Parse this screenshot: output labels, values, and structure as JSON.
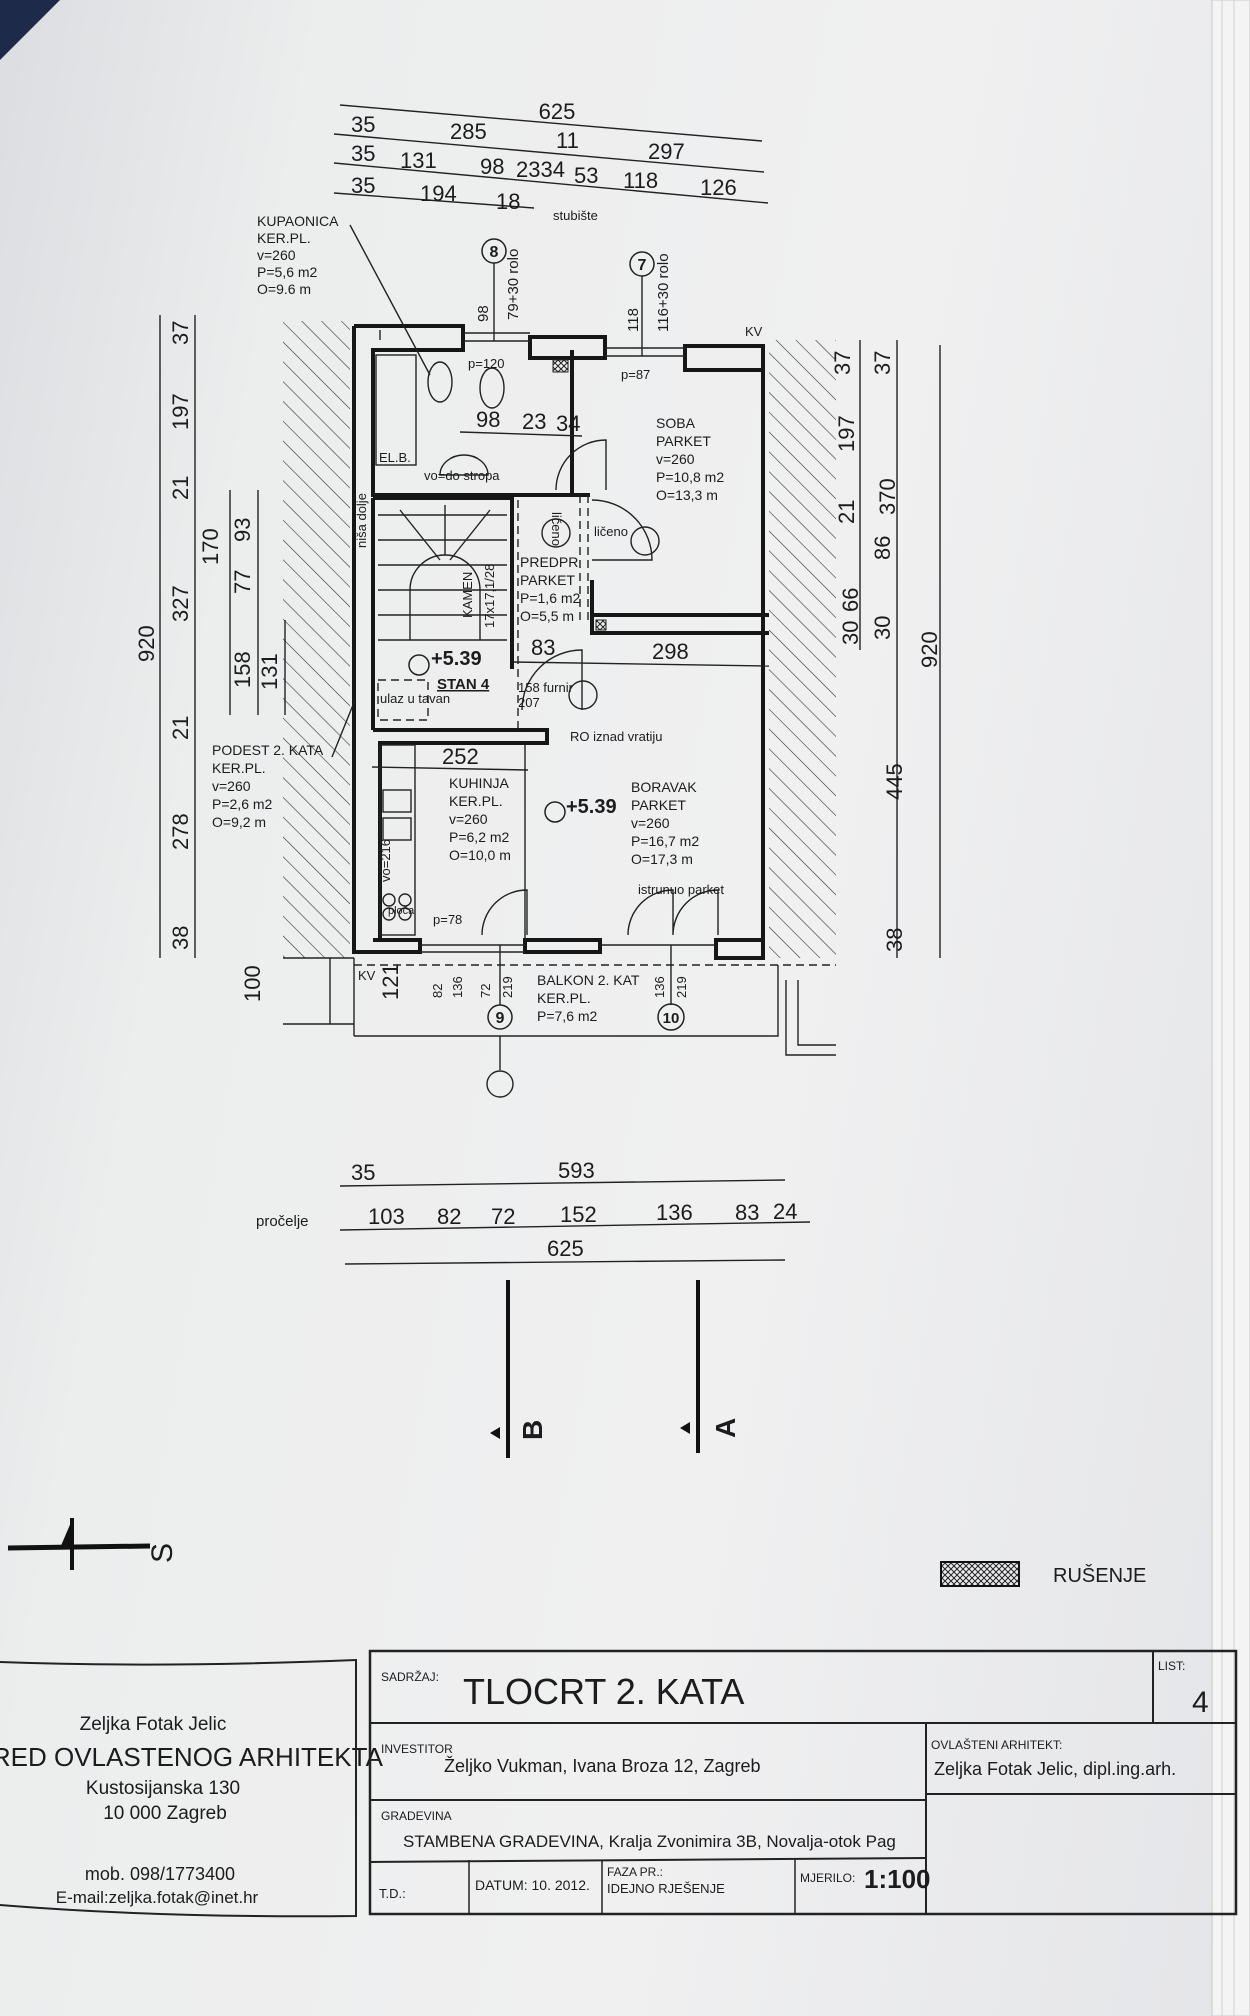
{
  "top_dims": {
    "row1": [
      "625"
    ],
    "row2": [
      "35",
      "285",
      "11",
      "297"
    ],
    "row3": [
      "35",
      "131",
      "98",
      "2334",
      "53",
      "118",
      "126"
    ],
    "row4": [
      "35",
      "194",
      "18"
    ],
    "stair_note": "stubište"
  },
  "rooms": {
    "kupaonica": [
      "KUPAONICA",
      "KER.PL.",
      "v=260",
      "P=5,6 m2",
      "O=9.6 m"
    ],
    "soba": [
      "SOBA",
      "PARKET",
      "v=260",
      "P=10,8 m2",
      "O=13,3 m"
    ],
    "predpr": [
      "PREDPR",
      "PARKET",
      "P=1,6 m2",
      "O=5,5 m"
    ],
    "podest": [
      "PODEST 2. KATA",
      "KER.PL.",
      "v=260",
      "P=2,6 m2",
      "O=9,2 m"
    ],
    "kuhinja": [
      "KUHINJA",
      "KER.PL.",
      "v=260",
      "P=6,2 m2",
      "O=10,0 m"
    ],
    "boravak": [
      "BORAVAK",
      "PARKET",
      "v=260",
      "P=16,7 m2",
      "O=17,3 m"
    ],
    "balkon": [
      "BALKON 2. KAT",
      "KER.PL.",
      "P=7,6 m2"
    ]
  },
  "windows": {
    "w8": {
      "num": "8",
      "h": "98",
      "spec": "79+30 rolo",
      "sill": "p=120"
    },
    "w7": {
      "num": "7",
      "h": "118",
      "spec": "116+30 rolo",
      "sill": "p=87"
    },
    "w9": {
      "num": "9",
      "a": "82",
      "b": "136",
      "c": "72",
      "d": "219",
      "sill": "p=78"
    },
    "w10": {
      "num": "10",
      "a": "136",
      "b": "219"
    }
  },
  "notes": {
    "kv_top": "KV",
    "kv_bottom": "KV",
    "bath_dims": [
      "98",
      "23",
      "34"
    ],
    "elb": "EL.B.",
    "vo_strop": "vo=do stropa",
    "nisa": "niša dolje",
    "liceno_v": "ličeno",
    "liceno_h": "ličeno",
    "kamen": "KAMEN",
    "stair_spec": "17x17,1/28",
    "level1": "+5.39",
    "stan": "STAN 4",
    "ulaz": "ulaz u tavan",
    "d83": "83",
    "d298": "298",
    "furnir": "158 furnir",
    "h207": "207",
    "ro": "RO iznad vratiju",
    "d252": "252",
    "level2": "+5.39",
    "istrunuo": "istrunuo parket",
    "vo216": "vo=216",
    "ploca": "ploča",
    "d121": "121",
    "d100": "100"
  },
  "left_dims": {
    "outer": [
      "37",
      "197",
      "21",
      "327",
      "21",
      "278",
      "38"
    ],
    "total": "920",
    "inner": [
      "170",
      "93",
      "77",
      "158",
      "131"
    ]
  },
  "right_dims": {
    "inner": [
      "37",
      "197",
      "21",
      "66",
      "30"
    ],
    "mid": [
      "37",
      "370",
      "86",
      "30",
      "445",
      "38"
    ],
    "total": "920"
  },
  "bottom_dims": {
    "row1": [
      "35",
      "593"
    ],
    "label": "pročelje",
    "row2": [
      "103",
      "82",
      "72",
      "152",
      "136",
      "83",
      "24"
    ],
    "total": "625"
  },
  "sections": {
    "a": "A",
    "b": "B"
  },
  "north": "S",
  "legend": {
    "rusenje": "RUŠENJE"
  },
  "office": {
    "name": "Zeljka Fotak Jelic",
    "title": "URED OVLASTENOG ARHITEKTA",
    "street": "Kustosijanska 130",
    "city": "10 000 Zagreb",
    "mob": "mob. 098/1773400",
    "email": "E-mail:zeljka.fotak@inet.hr"
  },
  "title_block": {
    "sadrzaj_label": "SADRŽAJ:",
    "title": "TLOCRT 2. KATA",
    "list_label": "LIST:",
    "list": "4",
    "investitor_label": "INVESTITOR",
    "investitor": "Željko Vukman, Ivana Broza 12, Zagreb",
    "arhitekt_label": "OVLAŠTENI ARHITEKT:",
    "arhitekt": "Zeljka Fotak Jelic, dipl.ing.arh.",
    "gradevina_label": "GRADEVINA",
    "gradevina": "STAMBENA GRADEVINA, Kralja Zvonimira 3B, Novalja-otok Pag",
    "td_label": "T.D.:",
    "datum": "DATUM: 10. 2012.",
    "faza_label": "FAZA PR.:",
    "faza": "IDEJNO RJEŠENJE",
    "mjerilo_label": "MJERILO:",
    "mjerilo": "1:100"
  },
  "colors": {
    "ink": "#1c1c1e",
    "paper": "#ececee",
    "corner": "#1e2a4a"
  }
}
